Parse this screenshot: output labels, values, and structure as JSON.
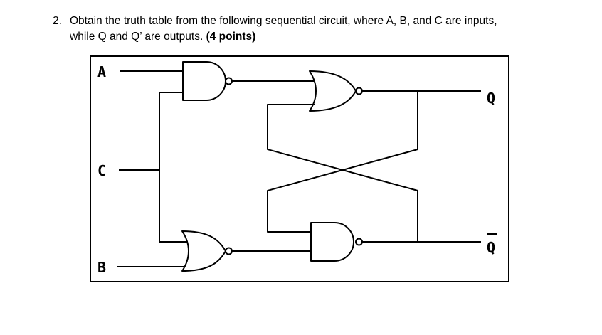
{
  "question": {
    "number": "2.",
    "line1": "Obtain the truth table from the following sequential circuit, where A, B, and C are inputs,",
    "line2_prefix": "while Q and Q’ are outputs.",
    "points": "(4 points)"
  },
  "circuit": {
    "inputs": {
      "a": "A",
      "c": "C",
      "b": "B"
    },
    "outputs": {
      "q": "Q",
      "q_bar": "Q"
    },
    "gates": [
      {
        "id": "nand-a-c",
        "type": "NAND"
      },
      {
        "id": "nor-top-latch",
        "type": "NOR"
      },
      {
        "id": "nor-b-c",
        "type": "NOR"
      },
      {
        "id": "nand-bottom-latch",
        "type": "NAND"
      }
    ],
    "colors": {
      "wire": "#000000",
      "background": "#ffffff"
    }
  }
}
